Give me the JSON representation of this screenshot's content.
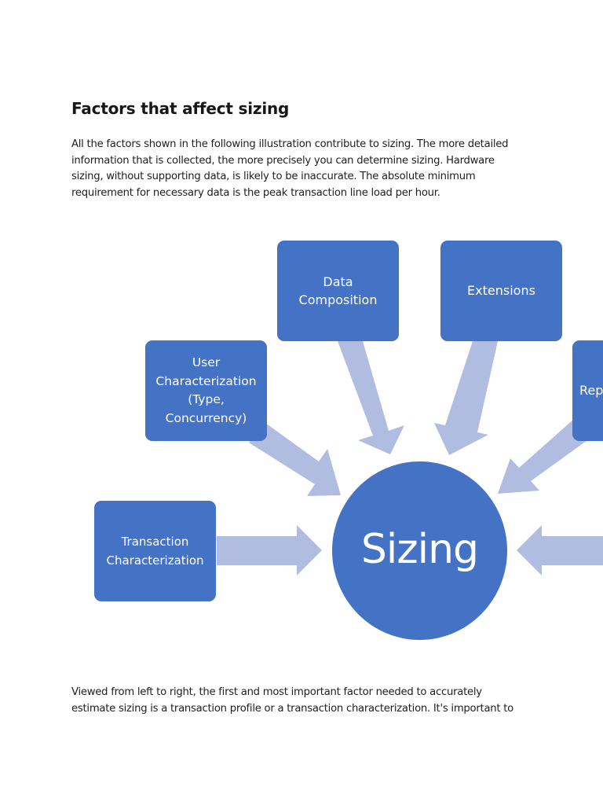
{
  "heading": "Factors that affect sizing",
  "intro_lines": [
    "All the factors shown in the following illustration contribute to sizing. The more detailed",
    "information that is collected, the more precisely you can determine sizing. Hardware",
    "sizing, without supporting data, is likely to be inaccurate. The absolute minimum",
    "requirement for necessary data is the peak transaction line load per hour."
  ],
  "diagram": {
    "center": "Sizing",
    "boxes": {
      "data_composition": [
        "Data",
        "Composition"
      ],
      "extensions": [
        "Extensions"
      ],
      "user_characterization": [
        "User",
        "Characterization",
        "(Type,",
        "Concurrency)"
      ],
      "reporting": [
        "Rep"
      ],
      "transaction_characterization": [
        "Transaction",
        "Characterization"
      ]
    },
    "colors": {
      "box": "#4472c4",
      "arrow": "#b0bde0",
      "text": "#ffffff"
    }
  },
  "outro_lines": [
    "Viewed from left to right, the first and most important factor needed to accurately",
    "estimate sizing is a transaction profile or a transaction characterization. It's important to"
  ]
}
